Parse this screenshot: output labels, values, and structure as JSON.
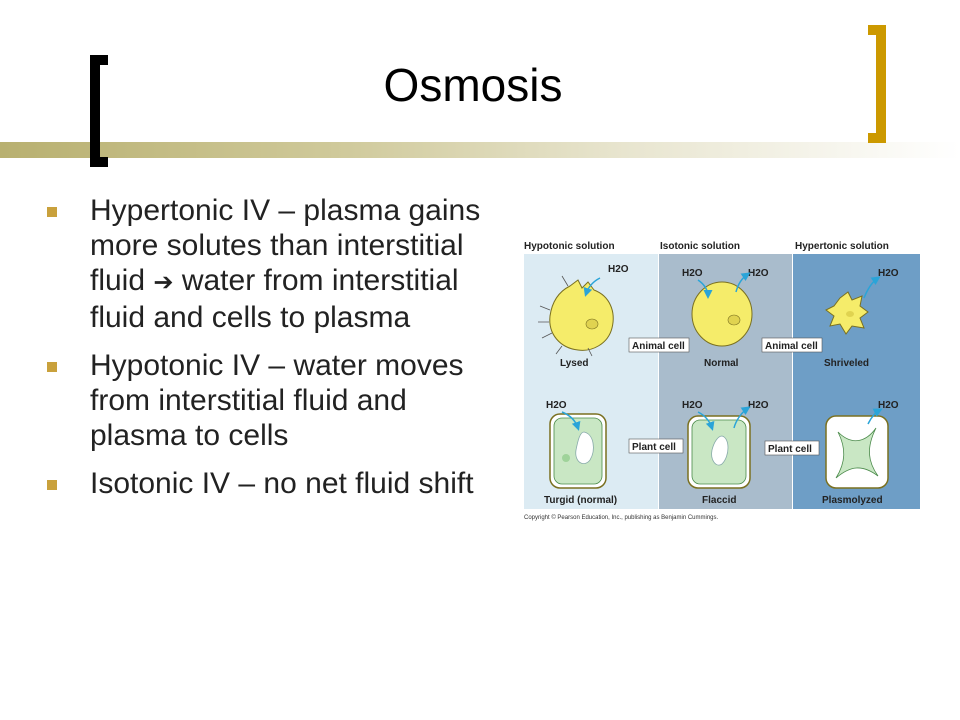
{
  "slide": {
    "title": "Osmosis",
    "bullets": [
      {
        "lead": "Hypertonic IV",
        "text": " – plasma gains more solutes than interstitial fluid ",
        "arrow": "➔",
        "rest": " water from interstitial fluid and cells to plasma"
      },
      {
        "lead": "Hypotonic IV",
        "text": " – water moves from interstitial fluid and plasma to cells",
        "arrow": "",
        "rest": ""
      },
      {
        "lead": "Isotonic IV",
        "text": " – no net fluid shift",
        "arrow": "",
        "rest": ""
      }
    ]
  },
  "figure": {
    "col_headers": [
      "Hypotonic solution",
      "Isotonic solution",
      "Hypertonic solution"
    ],
    "water_label": "H2O",
    "animal_label": "Animal cell",
    "plant_label": "Plant cell",
    "animal_states": [
      "Lysed",
      "Normal",
      "Shriveled"
    ],
    "plant_states": [
      "Turgid (normal)",
      "Flaccid",
      "Plasmolyzed"
    ],
    "copyright": "Copyright © Pearson Education, Inc., publishing as Benjamin Cummings.",
    "colors": {
      "hypotonic": "#dcebf3",
      "isotonic": "#a9bccc",
      "hypertonic": "#6e9ec6",
      "cell_yellow": "#f5ec6a",
      "plant_green": "#c9e7c4",
      "arrow_blue": "#2aa4d8"
    }
  }
}
